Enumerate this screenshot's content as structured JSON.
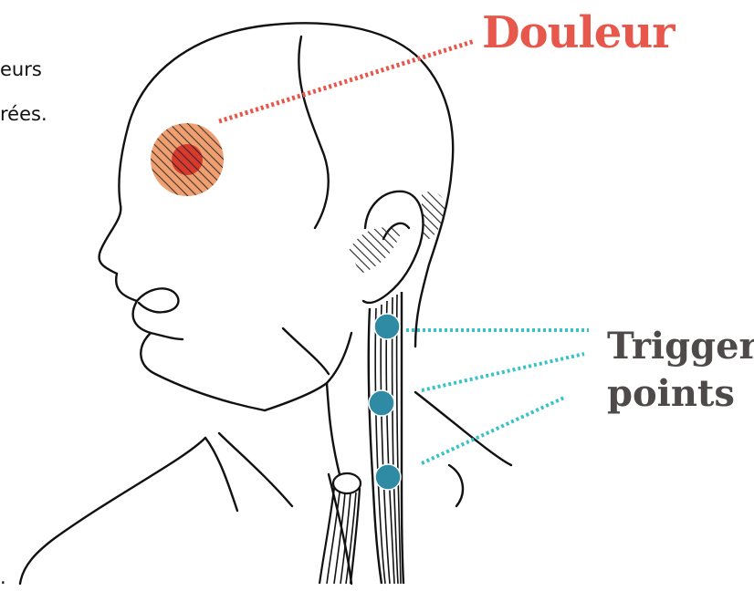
{
  "caption": {
    "line1": "eurs",
    "line2": "rées.",
    "line3": "."
  },
  "labels": {
    "pain": "Douleur",
    "trigger_line1": "Trigger",
    "trigger_line2": "points"
  },
  "colors": {
    "pain": "#e8574b",
    "pain_zone": "#f0a070",
    "pain_core": "#d83a2e",
    "trigger": "#2f8aa3",
    "trigger_line": "#38c3c8",
    "ink": "#111111",
    "label_grey": "#4e4a4a"
  }
}
